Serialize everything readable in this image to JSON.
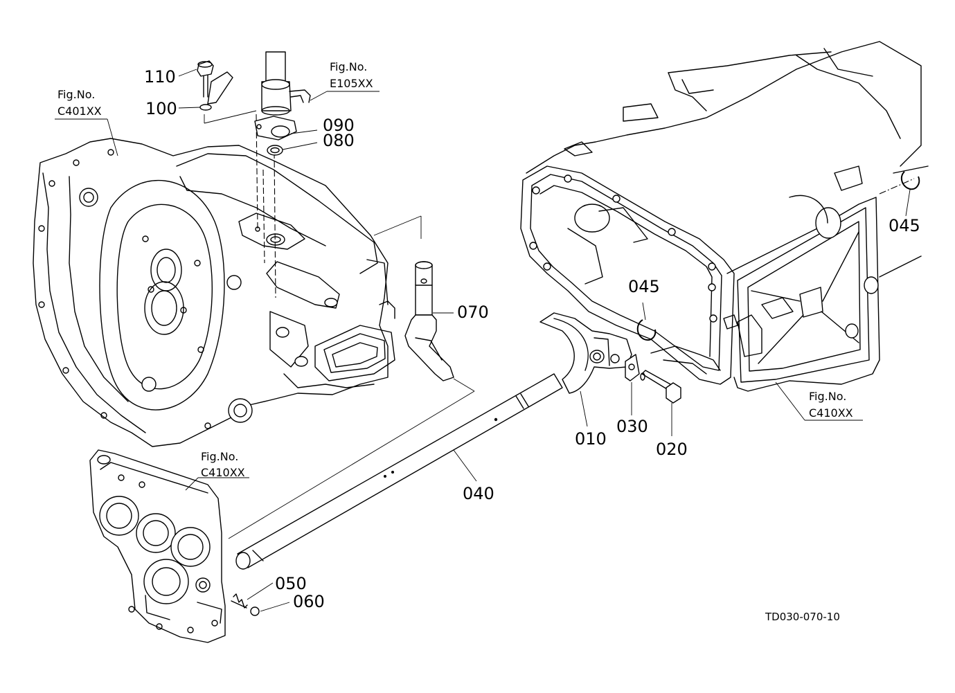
{
  "diagram": {
    "drawing_code": "TD030-070-10",
    "part_labels": {
      "p110": "110",
      "p100": "100",
      "p090": "090",
      "p080": "080",
      "p070": "070",
      "p045a": "045",
      "p045b": "045",
      "p040": "040",
      "p010": "010",
      "p030": "030",
      "p020": "020",
      "p050": "050",
      "p060": "060"
    },
    "figure_refs": [
      {
        "caption": "Fig.No.",
        "number": "C401XX"
      },
      {
        "caption": "Fig.No.",
        "number": "E105XX"
      },
      {
        "caption": "Fig.No.",
        "number": "C410XX"
      },
      {
        "caption": "Fig.No.",
        "number": "C410XX"
      }
    ]
  }
}
